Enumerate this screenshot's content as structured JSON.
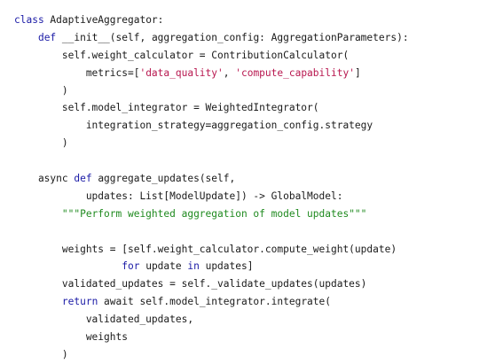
{
  "code": {
    "lines": [
      [
        {
          "t": "kw",
          "v": "class"
        },
        {
          "t": "plain",
          "v": " AdaptiveAggregator:"
        }
      ],
      [
        {
          "t": "plain",
          "v": "    "
        },
        {
          "t": "kw",
          "v": "def"
        },
        {
          "t": "plain",
          "v": " __init__(self, aggregation_config: AggregationParameters):"
        }
      ],
      [
        {
          "t": "plain",
          "v": "        self.weight_calculator = ContributionCalculator("
        }
      ],
      [
        {
          "t": "plain",
          "v": "            metrics=["
        },
        {
          "t": "str",
          "v": "'data_quality'"
        },
        {
          "t": "plain",
          "v": ", "
        },
        {
          "t": "str",
          "v": "'compute_capability'"
        },
        {
          "t": "plain",
          "v": "]"
        }
      ],
      [
        {
          "t": "plain",
          "v": "        )"
        }
      ],
      [
        {
          "t": "plain",
          "v": "        self.model_integrator = WeightedIntegrator("
        }
      ],
      [
        {
          "t": "plain",
          "v": "            integration_strategy=aggregation_config.strategy"
        }
      ],
      [
        {
          "t": "plain",
          "v": "        )"
        }
      ],
      [],
      [
        {
          "t": "plain",
          "v": "    async "
        },
        {
          "t": "kw",
          "v": "def"
        },
        {
          "t": "plain",
          "v": " aggregate_updates(self,"
        }
      ],
      [
        {
          "t": "plain",
          "v": "            updates: List[ModelUpdate]) -> GlobalModel:"
        }
      ],
      [
        {
          "t": "plain",
          "v": "        "
        },
        {
          "t": "doc",
          "v": "\"\"\"Perform weighted aggregation of model updates\"\"\""
        }
      ],
      [],
      [
        {
          "t": "plain",
          "v": "        weights = [self.weight_calculator.compute_weight(update)"
        }
      ],
      [
        {
          "t": "plain",
          "v": "                  "
        },
        {
          "t": "kw",
          "v": "for"
        },
        {
          "t": "plain",
          "v": " update "
        },
        {
          "t": "kw",
          "v": "in"
        },
        {
          "t": "plain",
          "v": " updates]"
        }
      ],
      [
        {
          "t": "plain",
          "v": "        validated_updates = self._validate_updates(updates)"
        }
      ],
      [
        {
          "t": "plain",
          "v": "        "
        },
        {
          "t": "kw",
          "v": "return"
        },
        {
          "t": "plain",
          "v": " await self.model_integrator.integrate("
        }
      ],
      [
        {
          "t": "plain",
          "v": "            validated_updates,"
        }
      ],
      [
        {
          "t": "plain",
          "v": "            weights"
        }
      ],
      [
        {
          "t": "plain",
          "v": "        )"
        }
      ]
    ]
  }
}
